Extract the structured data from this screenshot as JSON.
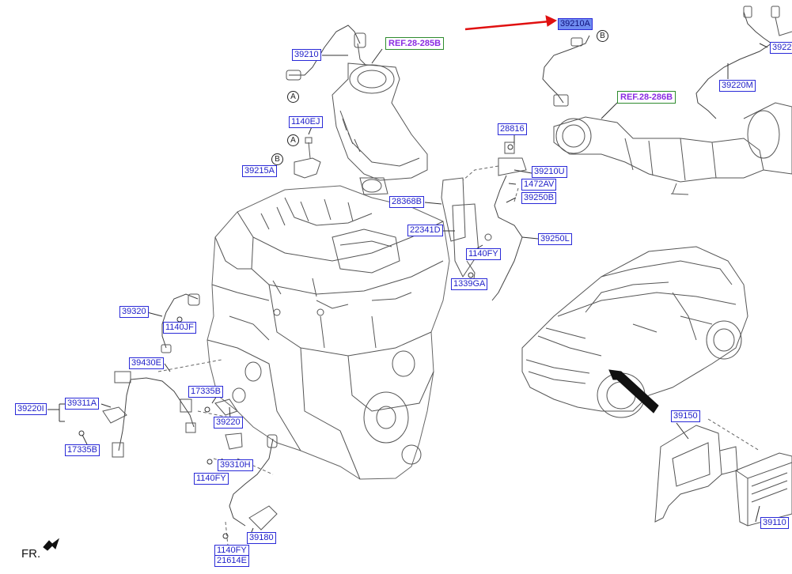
{
  "labels": {
    "l39210": "39210",
    "l39210A": "39210A",
    "l39220_top": "3922",
    "l39220M": "39220M",
    "l1140EJ": "1140EJ",
    "l39215A": "39215A",
    "l28816": "28816",
    "l39210U": "39210U",
    "l1472AV": "1472AV",
    "l39250B": "39250B",
    "l28368B": "28368B",
    "l22341D": "22341D",
    "l39250L": "39250L",
    "l1140FY_mid": "1140FY",
    "l1339GA": "1339GA",
    "l39320": "39320",
    "l1140JF": "1140JF",
    "l39430E": "39430E",
    "l39220I": "39220I",
    "l39311A": "39311A",
    "l17335B_a": "17335B",
    "l17335B_b": "17335B",
    "l39220": "39220",
    "l39310H": "39310H",
    "l1140FY_low": "1140FY",
    "l39180": "39180",
    "l1140FY_bot": "1140FY",
    "l21614E": "21614E",
    "l39150": "39150",
    "l39110": "39110"
  },
  "refs": {
    "ref1": "REF.28-285B",
    "ref2": "REF.28-286B"
  },
  "callouts": {
    "a1": "A",
    "a2": "A",
    "b1": "B",
    "b2": "B"
  },
  "fr": "FR."
}
